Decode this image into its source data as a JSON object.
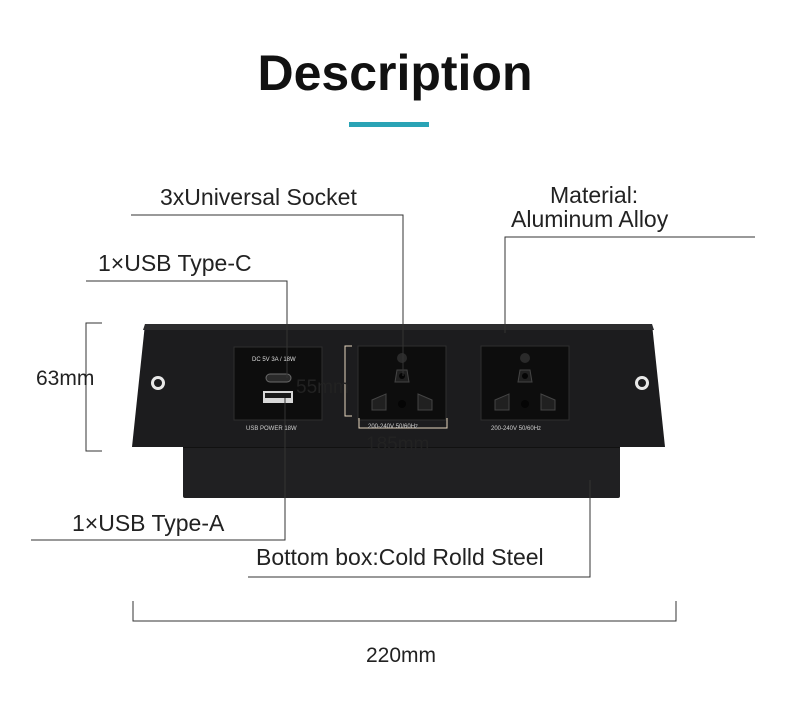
{
  "heading": {
    "title": "Description",
    "accent_color": "#2aa3b5"
  },
  "callouts": {
    "sockets": "3xUniversal Socket",
    "material_line1": "Material:",
    "material_line2": "Aluminum Alloy",
    "usb_c": "1×USB Type-C",
    "usb_a": "1×USB Type-A",
    "bottom_box": "Bottom box:Cold Rolld Steel"
  },
  "dimensions": {
    "height": "63mm",
    "module_height": "55mm",
    "module_width": "185mm",
    "total_width": "220mm"
  },
  "panel_markings": {
    "usb_module_top": "DC 5V 3A / 18W",
    "usb_power": "USB POWER 18W",
    "socket_rating_1": "200-240V 50/60Hz",
    "socket_rating_2": "200-240V 50/60Hz"
  },
  "colors": {
    "panel": "#1c1c1e",
    "module": "#0d0d0d",
    "leader_line": "#333333"
  }
}
